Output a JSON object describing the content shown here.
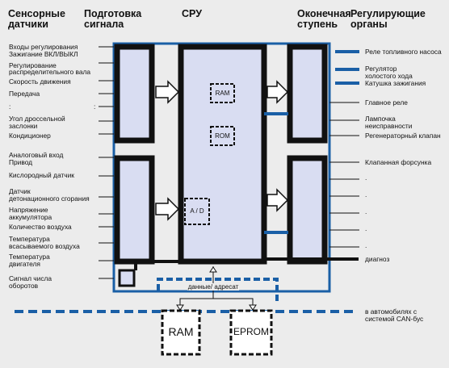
{
  "headers": {
    "sensors": "Сенсорные датчики",
    "prep": "Подготовка сигнала",
    "cpu": "СРУ",
    "output": "Оконечная ступень",
    "actuators": "Регулирующие органы"
  },
  "sensors": [
    "Входы регулирования",
    "Зажигание ВКЛ/ВЫКЛ",
    "Регулирование",
    "распределительного вала",
    "Скорость движения",
    "Передача",
    ":",
    ":",
    "Угол дроссельной",
    "заслонки",
    "Кондиционер",
    "Аналоговый вход",
    "Привод",
    "Кислородный датчик",
    "Датчик",
    "детонационного сгорания",
    "Напряжение",
    "аккумулятора",
    "Количество воздуха",
    "Температура",
    "всасываемого воздуха",
    "Температура",
    "двигателя",
    "Сигнал числа",
    "оборотов"
  ],
  "actuators": [
    "Реле топливного насоса",
    "Регулятор",
    "холостого хода",
    "Катушка зажигания",
    "Главное реле",
    "Лампочка",
    "неисправности",
    "Регенераторный клапан",
    "Клапанная форсунка",
    ".",
    ".",
    ".",
    ".",
    ".",
    "диагноз",
    "в автомобилях с",
    "системой CAN-бус"
  ],
  "chips": {
    "ram_small": "RAM",
    "rom_small": "ROM",
    "ad": "A / D",
    "bus": "данные/ адресат",
    "ram": "RAM",
    "eprom": "EPROM"
  },
  "colors": {
    "background": "#ececec",
    "box_fill": "#d9ddf2",
    "outline": "#1a5fa6",
    "black": "#111111"
  }
}
